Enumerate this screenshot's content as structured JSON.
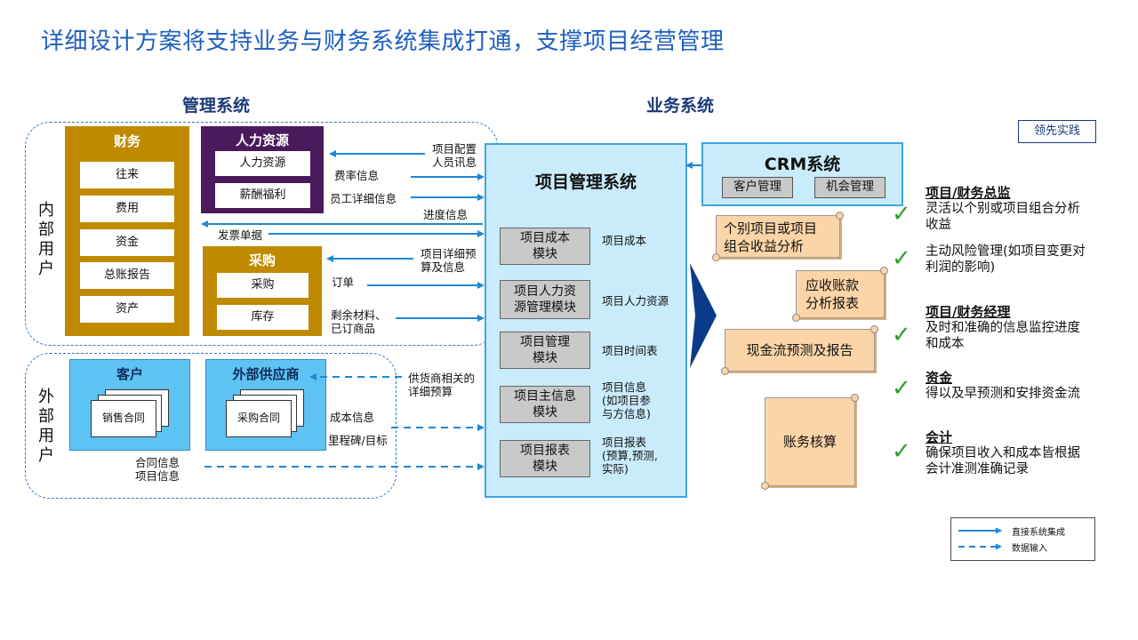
{
  "title": "详细设计方案将支持业务与财务系统集成打通，支撑项目经营管理",
  "sections": {
    "management": "管理系统",
    "business": "业务系统"
  },
  "side_labels": {
    "internal": "内部用户",
    "external": "外部用户"
  },
  "finance": {
    "title": "财务",
    "items": [
      "往来",
      "费用",
      "资金",
      "总账报告",
      "资产"
    ]
  },
  "hr": {
    "title": "人力资源",
    "items": [
      "人力资源",
      "薪酬福利"
    ]
  },
  "purchase": {
    "title": "采购",
    "items": [
      "采购",
      "库存"
    ]
  },
  "customer": {
    "title": "客户",
    "doc": "销售合同"
  },
  "supplier": {
    "title": "外部供应商",
    "doc": "采购合同"
  },
  "flow_labels": {
    "project_config": "项目配置\n人员讯息",
    "rate_info": "费率信息",
    "employee_info": "员工详细信息",
    "progress_info": "进度信息",
    "invoice": "发票单据",
    "project_budget": "项目详细预\n算及信息",
    "order": "订单",
    "surplus": "剩余材料、\n已订商品",
    "supplier_budget": "供货商相关的\n详细预算",
    "cost_info": "成本信息",
    "milestone": "里程碑/目标",
    "contract_info": "合同信息\n项目信息"
  },
  "pms": {
    "title": "项目管理系统",
    "modules": [
      {
        "name": "项目成本\n模块",
        "desc": "项目成本"
      },
      {
        "name": "项目人力资\n源管理模块",
        "desc": "项目人力资源"
      },
      {
        "name": "项目管理\n模块",
        "desc": "项目时间表"
      },
      {
        "name": "项目主信息\n模块",
        "desc": "项目信息\n(如项目参\n与方信息)"
      },
      {
        "name": "项目报表\n模块",
        "desc": "项目报表\n(预算,预测,\n实际)"
      }
    ]
  },
  "crm": {
    "title": "CRM系统",
    "buttons": [
      "客户管理",
      "机会管理"
    ]
  },
  "outputs": [
    "个别项目或项目\n组合收益分析",
    "应收账款\n分析报表",
    "现金流预测及报告",
    "账务核算"
  ],
  "badge": "领先实践",
  "roles": [
    {
      "head": "项目/财务总监",
      "desc": "灵活以个别或项目组合分析\n收益"
    },
    {
      "head": "",
      "desc": "主动风险管理(如项目变更对\n利润的影响)"
    },
    {
      "head": "项目/财务经理",
      "desc": "及时和准确的信息监控进度\n和成本"
    },
    {
      "head": "资金",
      "desc": "得以及早预测和安排资金流"
    },
    {
      "head": "会计",
      "desc": "确保项目收入和成本皆根据\n会计准测准确记录"
    }
  ],
  "legend": {
    "solid": "直接系统集成",
    "dashed": "数据输入"
  },
  "colors": {
    "title_blue": "#1f5fbf",
    "gold": "#c08a00",
    "purple": "#4b1a5c",
    "light_blue": "#5ec3f2",
    "pms_bg": "#c9ecfc",
    "arrow": "#1e88d2",
    "check": "#2ca02c",
    "scroll": "#fbd5a8"
  }
}
